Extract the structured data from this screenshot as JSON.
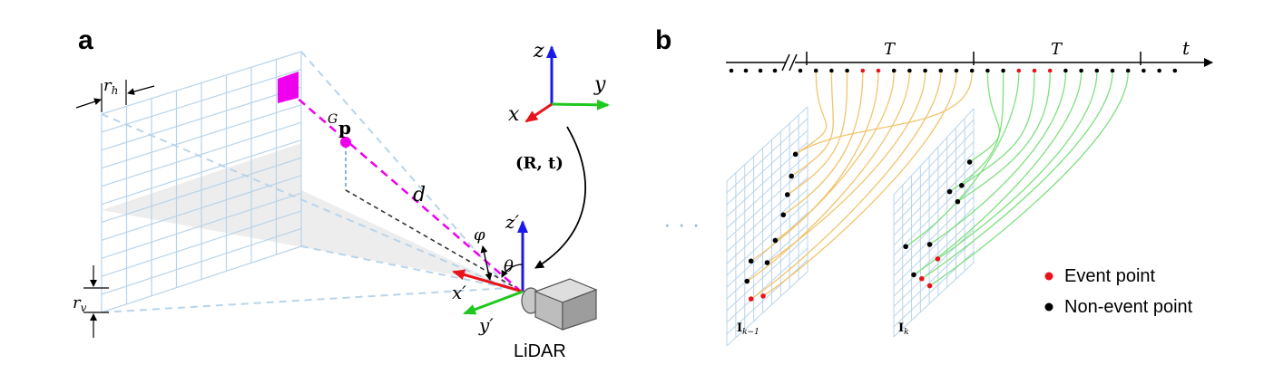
{
  "panel_a": {
    "label": "a",
    "r_h": "r",
    "r_h_sub": "h",
    "r_v": "r",
    "r_v_sub": "v",
    "point_sup": "G",
    "point": "p",
    "distance": "d",
    "phi": "φ",
    "theta": "θ",
    "world_x": "x",
    "world_y": "y",
    "world_z": "z",
    "transform": "(R, t)",
    "lidar_x": "x′",
    "lidar_y": "y′",
    "lidar_z": "z′",
    "device": "LiDAR",
    "colors": {
      "grid": "#b8d4ea",
      "cell": "#ee00ee",
      "x_axis": "#e8141b",
      "y_axis": "#1ec81e",
      "z_axis": "#1a1ae6"
    }
  },
  "panel_b": {
    "label": "b",
    "period_1": "T",
    "period_2": "T",
    "time_axis": "t",
    "frame_prev": "I",
    "frame_prev_sub": "k−1",
    "frame_cur": "I",
    "frame_cur_sub": "k",
    "ellipsis": "· · ·",
    "legend": [
      {
        "label": "Event point",
        "color": "#e8141b"
      },
      {
        "label": "Non-event point",
        "color": "#000000"
      }
    ],
    "colors": {
      "curves_prev": "#f2c46d",
      "curves_cur": "#7ee07e",
      "grid": "#b8d4ea"
    }
  }
}
